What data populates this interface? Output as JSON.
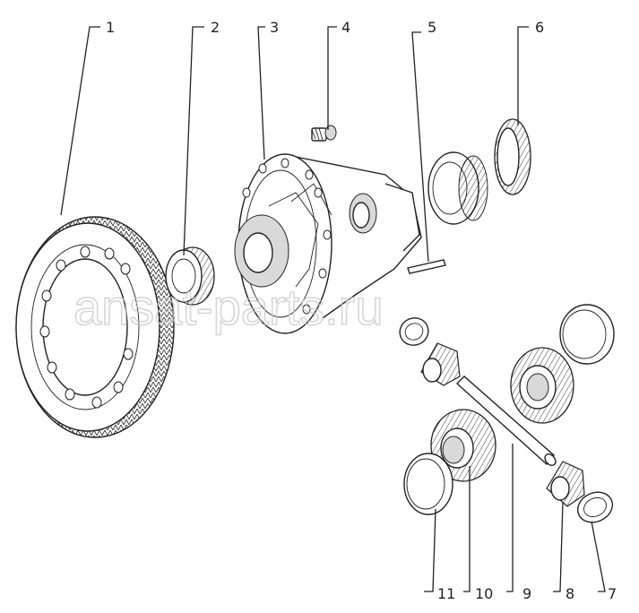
{
  "callouts": [
    "1",
    "2",
    "3",
    "4",
    "5",
    "6",
    "7",
    "8",
    "9",
    "10",
    "11"
  ],
  "watermark": "ansat-parts.ru",
  "colors": {
    "line": "#222222",
    "background": "#ffffff",
    "watermark": "#c9c9c9"
  }
}
